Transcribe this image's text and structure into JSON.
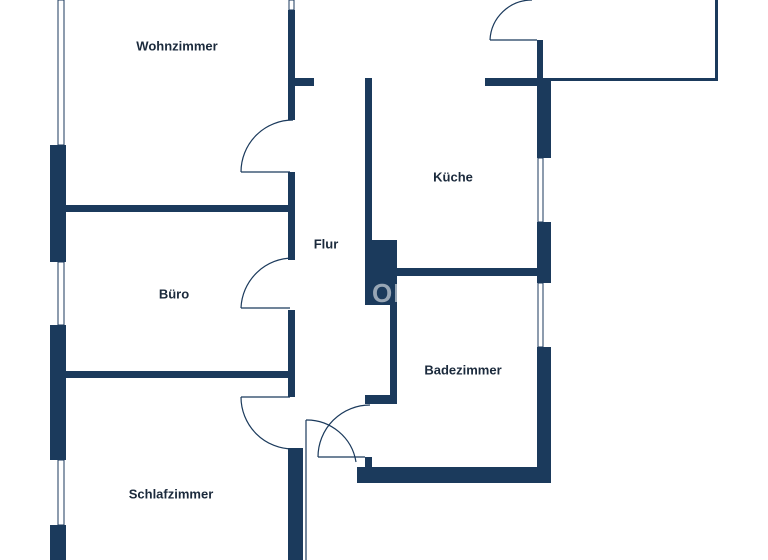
{
  "colors": {
    "wall": "#1b3a5c",
    "label": "#1b2a3c",
    "background": "#ffffff"
  },
  "rooms": [
    {
      "id": "wohnzimmer",
      "label": "Wohnzimmer"
    },
    {
      "id": "kueche",
      "label": "Küche"
    },
    {
      "id": "flur",
      "label": "Flur"
    },
    {
      "id": "buero",
      "label": "Büro"
    },
    {
      "id": "badezimmer",
      "label": "Badezimmer"
    },
    {
      "id": "schlafzimmer",
      "label": "Schlafzimmer"
    }
  ],
  "watermark": "OM"
}
